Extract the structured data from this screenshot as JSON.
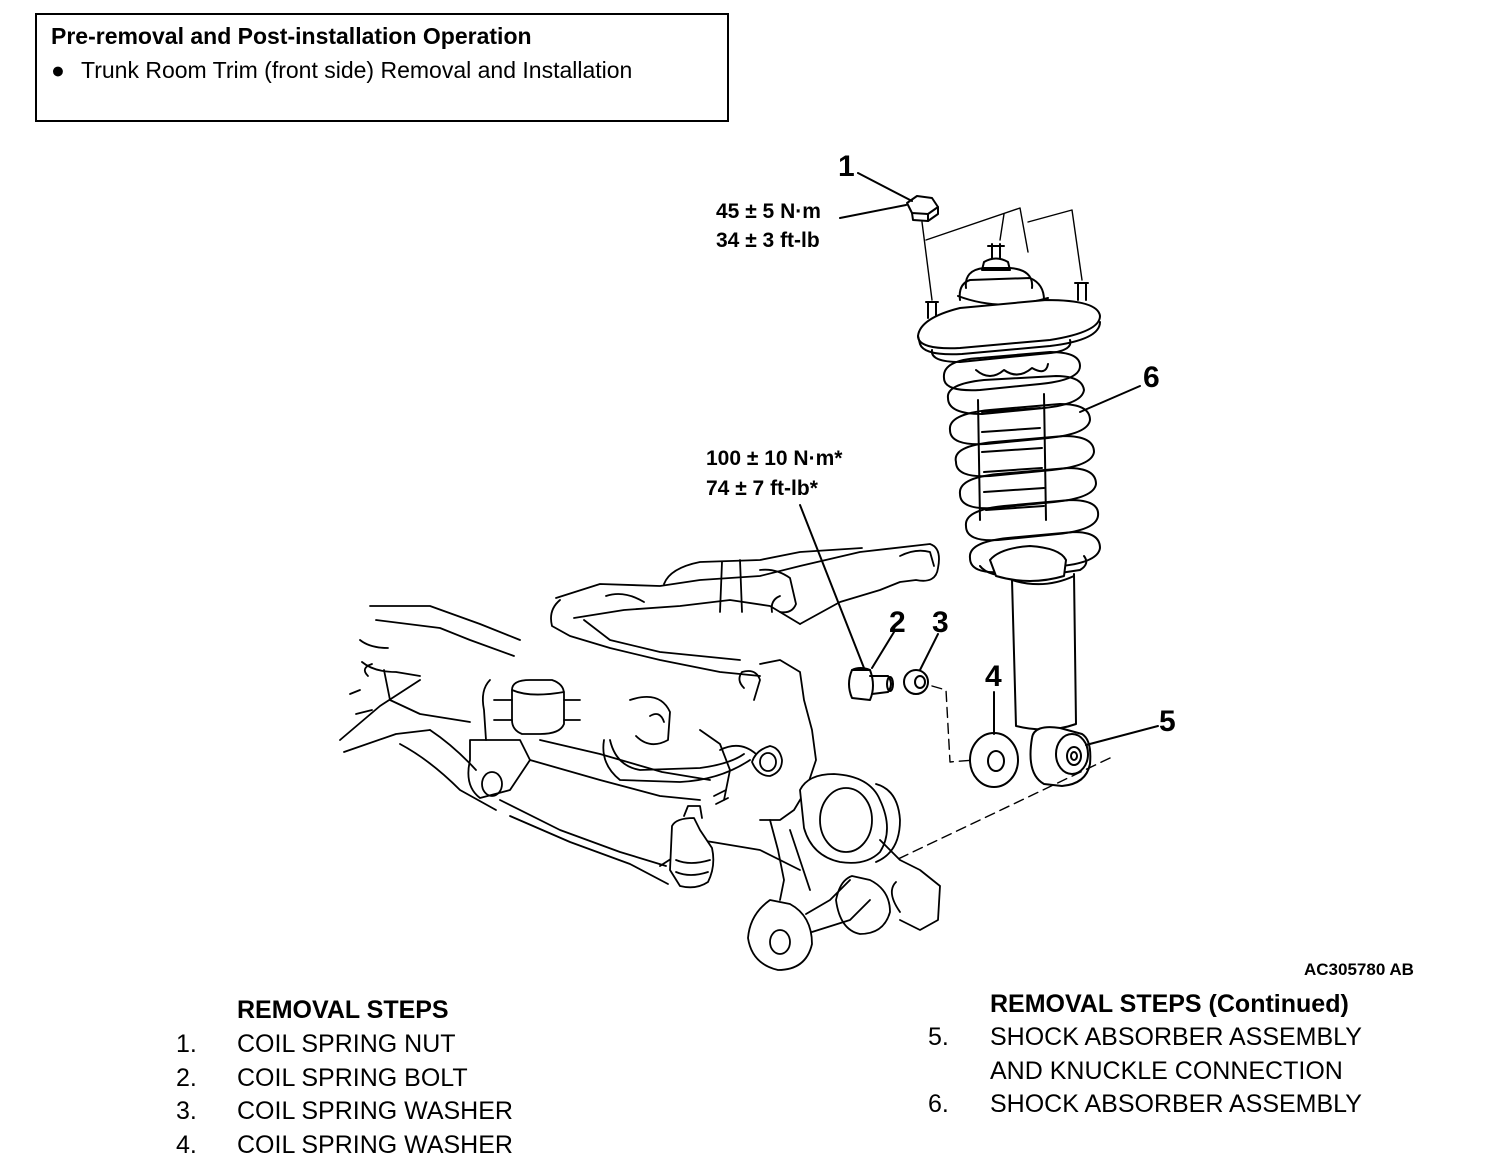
{
  "pre_operation": {
    "title": "Pre-removal and Post-installation Operation",
    "bullet": "●",
    "item": "Trunk Room Trim (front side) Removal and Installation"
  },
  "callouts": {
    "c1": "1",
    "c2": "2",
    "c3": "3",
    "c4": "4",
    "c5": "5",
    "c6": "6"
  },
  "torque": {
    "nut_nm": "45 ± 5 N·m",
    "nut_ftlb": "34 ± 3 ft-lb",
    "bolt_nm": "100 ± 10 N·m*",
    "bolt_ftlb": "74 ± 7 ft-lb*"
  },
  "figure_code": "AC305780 AB",
  "removal_steps": {
    "heading": "REMOVAL STEPS",
    "items": [
      {
        "num": "1.",
        "text": "COIL SPRING NUT"
      },
      {
        "num": "2.",
        "text": "COIL SPRING BOLT"
      },
      {
        "num": "3.",
        "text": "COIL SPRING WASHER"
      },
      {
        "num": "4.",
        "text": "COIL SPRING WASHER"
      }
    ]
  },
  "removal_steps_continued": {
    "heading": "REMOVAL STEPS (Continued)",
    "items": [
      {
        "num": "5.",
        "text": "SHOCK ABSORBER ASSEMBLY"
      },
      {
        "num": "",
        "text": "AND KNUCKLE CONNECTION"
      },
      {
        "num": "6.",
        "text": "SHOCK ABSORBER ASSEMBLY"
      }
    ]
  }
}
